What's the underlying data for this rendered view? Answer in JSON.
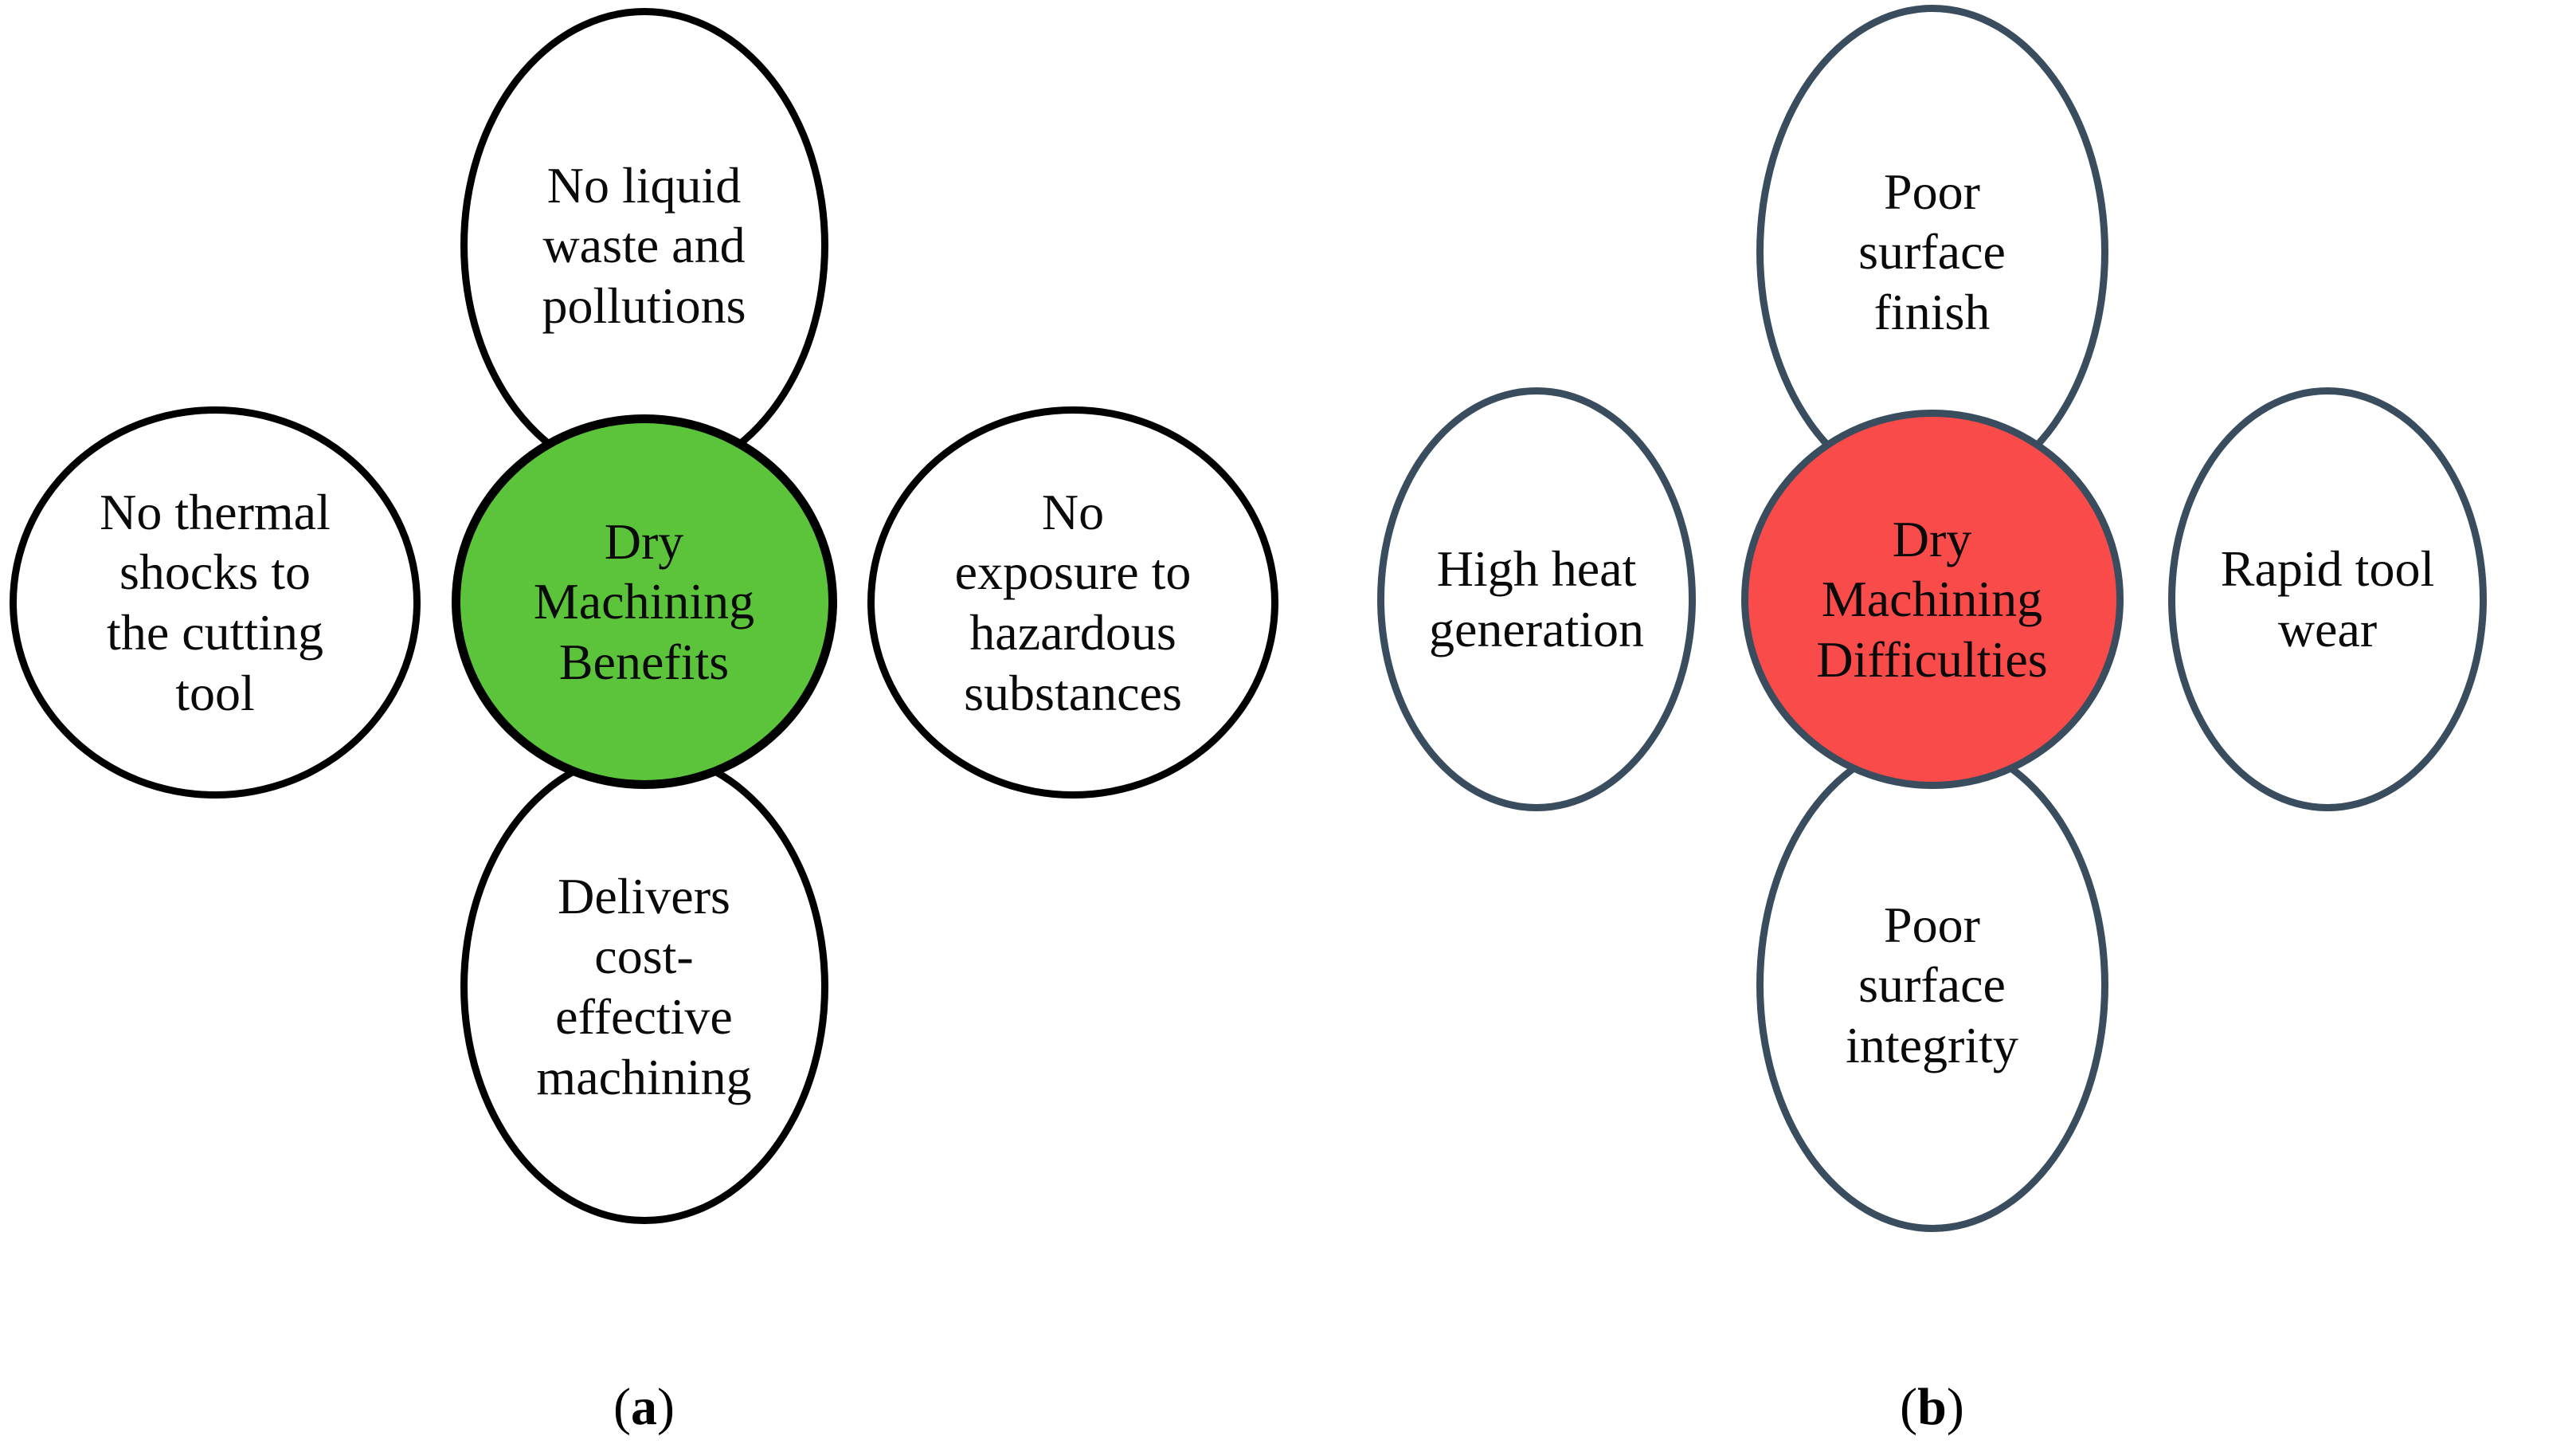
{
  "figure": {
    "background_color": "#ffffff",
    "text_color": "#0a0a0a"
  },
  "panels": [
    {
      "id": "panel-a",
      "caption": "(a)",
      "caption_letter": "a",
      "outline_color": "#000000",
      "hub_fill_color": "#5cc43a",
      "center": {
        "label": "Dry\nMachining\nBenefits",
        "line1": "Dry",
        "line2": "Machining",
        "line3": "Benefits"
      },
      "petals": {
        "top": "No liquid\nwaste and\npollutions",
        "left": "No thermal\nshocks to\nthe cutting\ntool",
        "right": "No\nexposure to\nhazardous\nsubstances",
        "bottom": "Delivers\ncost-\neffective\nmachining"
      }
    },
    {
      "id": "panel-b",
      "caption": "(b)",
      "caption_letter": "b",
      "outline_color": "#3a4d5e",
      "hub_fill_color": "#fa4b4b",
      "center": {
        "label": "Dry\nMachining\nDifficulties",
        "line1": "Dry",
        "line2": "Machining",
        "line3": "Difficulties"
      },
      "petals": {
        "top": "Poor\nsurface\nfinish",
        "left": "High heat\ngeneration",
        "right": "Rapid tool\nwear",
        "bottom": "Poor\nsurface\nintegrity"
      }
    }
  ],
  "chart_data": {
    "type": "diagram",
    "subtype": "hub-and-petal radial concept map",
    "title": "",
    "panel_count": 2,
    "diagrams": [
      {
        "caption": "(a)",
        "hub": "Dry Machining Benefits",
        "hub_fill": "#5cc43a",
        "stroke": "#000000",
        "petals": [
          {
            "position": "top",
            "text": "No liquid waste and pollutions"
          },
          {
            "position": "left",
            "text": "No thermal shocks to the cutting tool"
          },
          {
            "position": "right",
            "text": "No exposure to hazardous substances"
          },
          {
            "position": "bottom",
            "text": "Delivers cost-effective machining"
          }
        ]
      },
      {
        "caption": "(b)",
        "hub": "Dry Machining Difficulties",
        "hub_fill": "#fa4b4b",
        "stroke": "#3a4d5e",
        "petals": [
          {
            "position": "top",
            "text": "Poor surface finish"
          },
          {
            "position": "left",
            "text": "High heat generation"
          },
          {
            "position": "right",
            "text": "Rapid tool wear"
          },
          {
            "position": "bottom",
            "text": "Poor surface integrity"
          }
        ]
      }
    ]
  }
}
